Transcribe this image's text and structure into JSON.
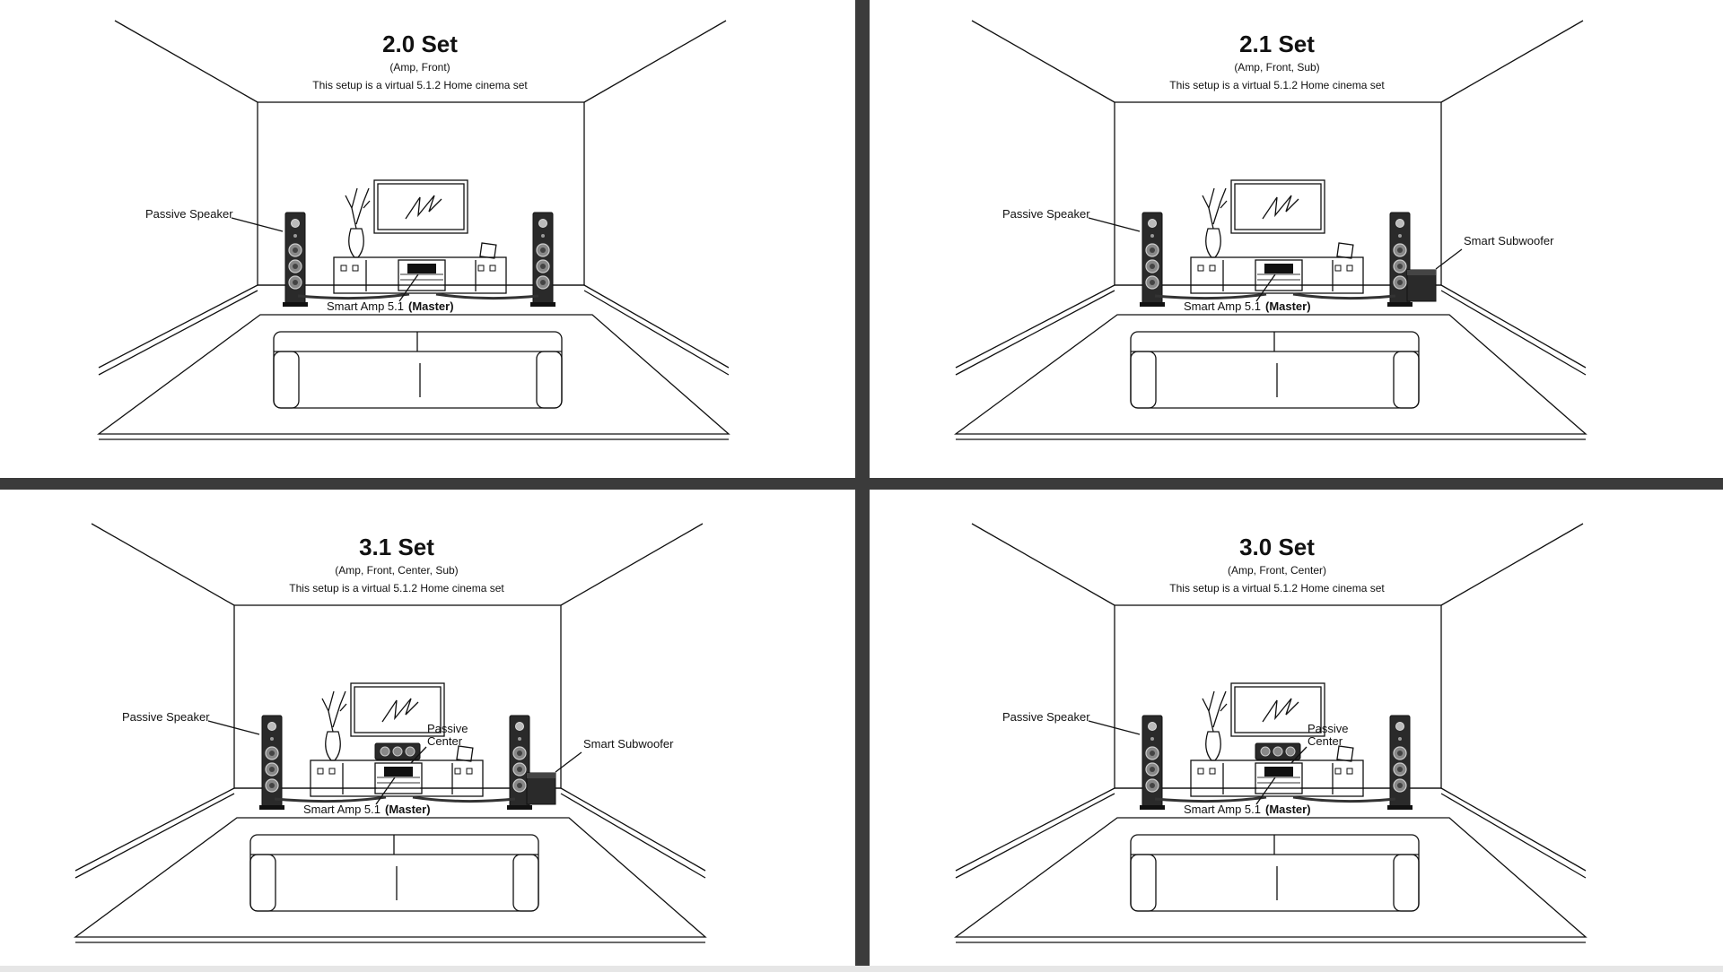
{
  "panels": [
    {
      "id": "2-0",
      "title": "2.0 Set",
      "components": "(Amp, Front)",
      "note": "This setup is a virtual 5.1.2 Home cinema set",
      "labels": {
        "passive_speaker": "Passive Speaker",
        "amp": "Smart Amp 5.1",
        "amp_role": "(Master)",
        "passive_center": [
          "",
          ""
        ],
        "subwoofer": ""
      },
      "has_center": false,
      "has_sub": false
    },
    {
      "id": "2-1",
      "title": "2.1 Set",
      "components": "(Amp, Front, Sub)",
      "note": "This setup is a virtual 5.1.2 Home cinema set",
      "labels": {
        "passive_speaker": "Passive Speaker",
        "amp": "Smart Amp 5.1",
        "amp_role": "(Master)",
        "passive_center": [
          "",
          ""
        ],
        "subwoofer": "Smart Subwoofer"
      },
      "has_center": false,
      "has_sub": true
    },
    {
      "id": "3-1",
      "title": "3.1 Set",
      "components": "(Amp, Front, Center, Sub)",
      "note": "This setup is a virtual 5.1.2 Home cinema set",
      "labels": {
        "passive_speaker": "Passive Speaker",
        "amp": "Smart Amp 5.1",
        "amp_role": "(Master)",
        "passive_center": [
          "Passive",
          "Center"
        ],
        "subwoofer": "Smart Subwoofer"
      },
      "has_center": true,
      "has_sub": true
    },
    {
      "id": "3-0",
      "title": "3.0 Set",
      "components": "(Amp, Front, Center)",
      "note": "This setup is a virtual 5.1.2 Home cinema set",
      "labels": {
        "passive_speaker": "Passive Speaker",
        "amp": "Smart Amp 5.1",
        "amp_role": "(Master)",
        "passive_center": [
          "Passive",
          "Center"
        ],
        "subwoofer": ""
      },
      "has_center": true,
      "has_sub": false
    }
  ]
}
